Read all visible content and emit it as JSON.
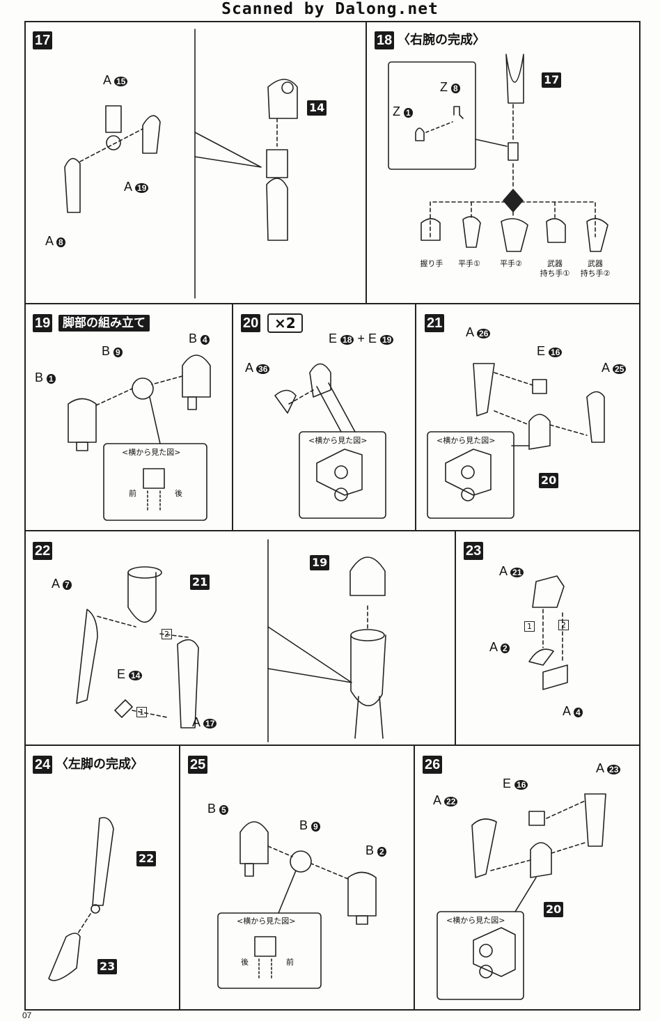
{
  "header": {
    "scan_credit": "Scanned by Dalong.net"
  },
  "page_number": "07",
  "steps": {
    "s17": {
      "num": "17",
      "parts": {
        "a15": "A",
        "a15n": "15",
        "a19": "A",
        "a19n": "19",
        "a8": "A",
        "a8n": "8",
        "r14": "14"
      }
    },
    "s18": {
      "num": "18",
      "title": "〈右腕の完成〉",
      "parts": {
        "z8": "Z",
        "z8n": "8",
        "z1": "Z",
        "z1n": "1",
        "r17": "17"
      },
      "hands": [
        "握り手",
        "平手①",
        "平手②",
        "武器\n持ち手①",
        "武器\n持ち手②"
      ]
    },
    "s19": {
      "num": "19",
      "title": "脚部の組み立て",
      "parts": {
        "b9": "B",
        "b9n": "9",
        "b4": "B",
        "b4n": "4",
        "b1": "B",
        "b1n": "1"
      },
      "side_view": "<横から見た図>",
      "front": "前",
      "back": "後"
    },
    "s20": {
      "num": "20",
      "times": "×2",
      "parts": {
        "e18": "E",
        "e18n": "18",
        "plus": "+",
        "e19": "E",
        "e19n": "19",
        "a36": "A",
        "a36n": "36"
      },
      "side_view": "<横から見た図>"
    },
    "s21": {
      "num": "21",
      "parts": {
        "a26": "A",
        "a26n": "26",
        "e16": "E",
        "e16n": "16",
        "a25": "A",
        "a25n": "25",
        "r20": "20"
      },
      "side_view": "<横から見た図>"
    },
    "s22": {
      "num": "22",
      "parts": {
        "a7": "A",
        "a7n": "7",
        "r21": "21",
        "e14": "E",
        "e14n": "14",
        "a17": "A",
        "a17n": "17",
        "r19": "19"
      },
      "order1": "1",
      "order2": "2"
    },
    "s23": {
      "num": "23",
      "parts": {
        "a21": "A",
        "a21n": "21",
        "a2": "A",
        "a2n": "2",
        "a4": "A",
        "a4n": "4"
      },
      "order1": "1",
      "order2": "2"
    },
    "s24": {
      "num": "24",
      "title": "〈左脚の完成〉",
      "parts": {
        "r22": "22",
        "r23": "23"
      }
    },
    "s25": {
      "num": "25",
      "parts": {
        "b5": "B",
        "b5n": "5",
        "b9": "B",
        "b9n": "9",
        "b2": "B",
        "b2n": "2"
      },
      "side_view": "<横から見た図>",
      "front": "前",
      "back": "後"
    },
    "s26": {
      "num": "26",
      "parts": {
        "a23": "A",
        "a23n": "23",
        "e16": "E",
        "e16n": "16",
        "a22": "A",
        "a22n": "22",
        "r20": "20"
      },
      "side_view": "<横から見た図>"
    }
  }
}
